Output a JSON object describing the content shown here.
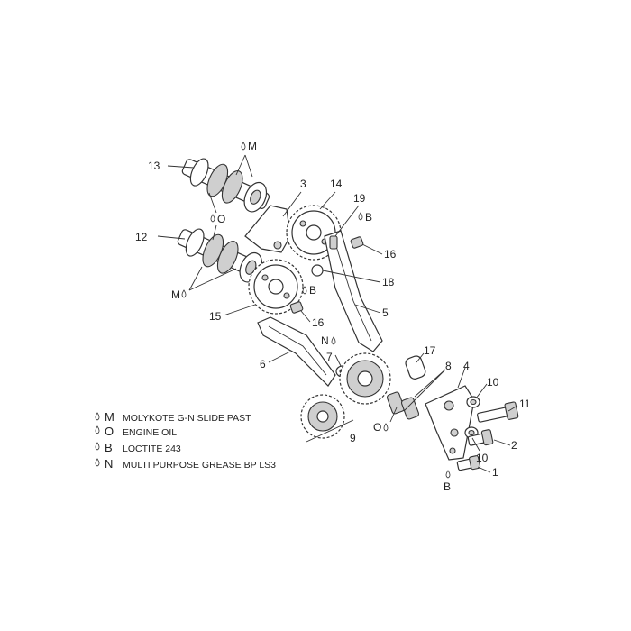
{
  "callouts": [
    "13",
    "12",
    "3",
    "14",
    "19",
    "16",
    "18",
    "5",
    "15",
    "16",
    "6",
    "7",
    "17",
    "8",
    "4",
    "10",
    "11",
    "9",
    "2",
    "10",
    "1"
  ],
  "lube_marks": [
    "M",
    "O",
    "M",
    "B",
    "B",
    "N",
    "O",
    "B"
  ],
  "legend": [
    {
      "code": "M",
      "text": "MOLYKOTE G-N SLIDE PAST"
    },
    {
      "code": "O",
      "text": "ENGINE OIL"
    },
    {
      "code": "B",
      "text": "LOCTITE 243"
    },
    {
      "code": "N",
      "text": "MULTI PURPOSE GREASE BP LS3"
    }
  ]
}
